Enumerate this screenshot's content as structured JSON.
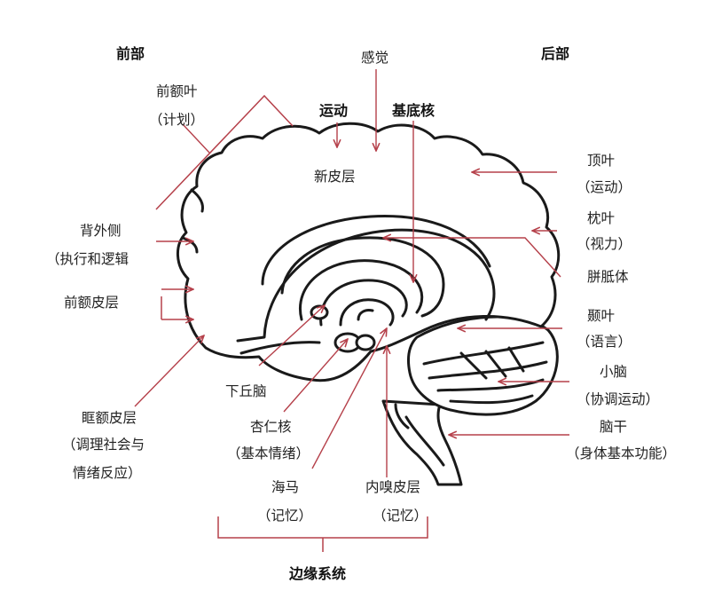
{
  "headers": {
    "front": "前部",
    "back": "后部"
  },
  "labels": {
    "sensory": "感觉",
    "motor": "运动",
    "basal_ganglia": "基底核",
    "neocortex": "新皮层",
    "frontal_lobe": "前额叶",
    "frontal_lobe_sub": "（计划）",
    "dlpfc": "背外侧",
    "dlpfc_sub": "（执行和逻辑",
    "prefrontal": "前额皮层",
    "parietal": "顶叶",
    "parietal_sub": "（运动）",
    "occipital": "枕叶",
    "occipital_sub": "（视力）",
    "corpus_callosum": "胼胝体",
    "temporal": "颞叶",
    "temporal_sub": "（语言）",
    "cerebellum": "小脑",
    "cerebellum_sub": "（协调运动）",
    "brainstem": "脑干",
    "brainstem_sub": "（身体基本功能）",
    "hypothalamus": "下丘脑",
    "amygdala": "杏仁核",
    "amygdala_sub": "（基本情绪）",
    "ofc": "眶额皮层",
    "ofc_sub1": "（调理社会与",
    "ofc_sub2": "情绪反应）",
    "hippocampus": "海马",
    "hippocampus_sub": "（记忆）",
    "entorhinal": "内嗅皮层",
    "entorhinal_sub": "（记忆）",
    "limbic": "边缘系统"
  },
  "colors": {
    "leader": "#b5404a",
    "outline": "#1a1a1a",
    "text": "#222222"
  }
}
